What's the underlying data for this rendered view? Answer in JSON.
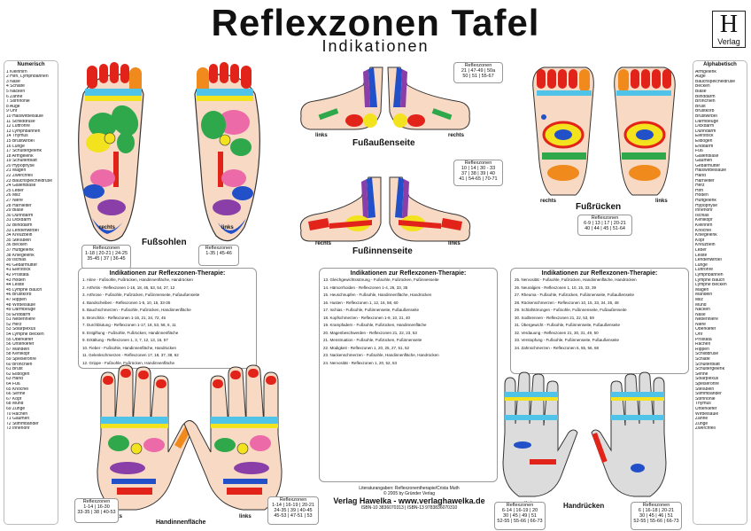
{
  "header": {
    "title": "Reflexzonen Tafel",
    "subtitle": "Indikationen",
    "logo_letter": "H",
    "logo_text": "Verlag"
  },
  "left_index": {
    "heading": "Numerisch",
    "items": [
      "1 Kleinhirn",
      "2 Hirn, Lymphbahnen",
      "3 Nase",
      "4 Schläfe",
      "5 Nacken",
      "6 Zähne",
      "7 Stirnhöhle",
      "8 Auge",
      "9 Ohr",
      "10 Halswirbelsäule",
      "11 Schilddrüse",
      "12 Luftröhre",
      "13 Lymphbahnen",
      "14 Thymus",
      "15 Brustwirbel",
      "16 Lunge",
      "17 Schultergelenk",
      "18 Armgelenk",
      "19 Schulterblatt",
      "20 Hypophyse",
      "21 Magen",
      "22 Zwerchfell",
      "23 Bauchspeicheldrüse",
      "24 Gallenblase",
      "25 Leber",
      "26 Milz",
      "27 Niere",
      "28 Harnleiter",
      "29 Blase",
      "30 Dünndarm",
      "31 Dickdarm",
      "32 Blinddarm",
      "33 Lendenwirbel",
      "34 Kreuzbein",
      "35 Steißbein",
      "36 Becken",
      "37 Hüftgelenk",
      "38 Kniegelenk",
      "39 Ischias",
      "40 Gebärmutter",
      "41 Eierstock",
      "42 Prostata",
      "43 Hoden",
      "44 Leiste",
      "45 Lymphe Bauch",
      "46 Brustkorb",
      "47 Rippen",
      "48 Wirbelsäule",
      "49 Darmbeuge",
      "50 Enddarm",
      "51 Nebenniere",
      "52 Herz",
      "53 Solarplexus",
      "54 Lymphe Becken",
      "55 Oberkiefer",
      "56 Unterkiefer",
      "57 Mandeln",
      "58 Kehlkopf",
      "59 Speiseröhre",
      "60 Bronchien",
      "61 Brust",
      "62 Ellbogen",
      "63 Hand",
      "64 Fuß",
      "65 Knöchel",
      "66 Sehne",
      "67 Kopf",
      "68 Mund",
      "69 Zunge",
      "70 Rachen",
      "71 Gaumen",
      "72 Stimmbänder",
      "73 Innenohr"
    ]
  },
  "right_index": {
    "heading": "Alphabetisch",
    "items": [
      "Armgelenk",
      "Auge",
      "Bauchspeicheldrüse",
      "Becken",
      "Blase",
      "Blinddarm",
      "Bronchien",
      "Brust",
      "Brustkorb",
      "Brustwirbel",
      "Darmbeuge",
      "Dickdarm",
      "Dünndarm",
      "Eierstock",
      "Ellbogen",
      "Enddarm",
      "Fuß",
      "Gallenblase",
      "Gaumen",
      "Gebärmutter",
      "Halswirbelsäule",
      "Hand",
      "Harnleiter",
      "Herz",
      "Hirn",
      "Hoden",
      "Hüftgelenk",
      "Hypophyse",
      "Innenohr",
      "Ischias",
      "Kehlkopf",
      "Kleinhirn",
      "Knöchel",
      "Kniegelenk",
      "Kopf",
      "Kreuzbein",
      "Leber",
      "Leiste",
      "Lendenwirbel",
      "Lunge",
      "Luftröhre",
      "Lymphbahnen",
      "Lymphe Bauch",
      "Lymphe Becken",
      "Magen",
      "Mandeln",
      "Milz",
      "Mund",
      "Nacken",
      "Nase",
      "Nebenniere",
      "Niere",
      "Oberkiefer",
      "Ohr",
      "Prostata",
      "Rachen",
      "Rippen",
      "Schilddrüse",
      "Schläfe",
      "Schulterblatt",
      "Schultergelenk",
      "Sehne",
      "Solarplexus",
      "Speiseröhre",
      "Steißbein",
      "Stimmbänder",
      "Stirnhöhle",
      "Thymus",
      "Unterkiefer",
      "Wirbelsäule",
      "Zähne",
      "Zunge",
      "Zwerchfell"
    ]
  },
  "feet": {
    "label": "Fußsohlen",
    "right_label": "rechts",
    "left_label": "links",
    "box_right": "Reflexzonen\n1-18 | 20-21 | 24-25\n35-45 | 37 | 36-45",
    "box_left": "Reflexzonen\n1-35 | 45-46"
  },
  "outer_side": {
    "label": "Fußaußenseite",
    "box": "Reflexzonen\n21 | 47-49 | 50a\n50 | 51 | 55-67",
    "left_label": "links",
    "right_label": "rechts"
  },
  "inner_side": {
    "label": "Fußinnenseite",
    "box": "Reflexzonen\n10 | 14 | 30 - 33\n37 | 38 | 39 | 40\n41 | 54-65 | 70-71",
    "left_label": "rechts",
    "right_label": "links"
  },
  "foot_back": {
    "label": "Fußrücken",
    "box": "Reflexzonen\n6-9 | 13 | 17 | 20-21\n40 | 44 | 45 | 51-64",
    "left_label": "rechts",
    "right_label": "links"
  },
  "panels": [
    {
      "title": "Indikationen zur Reflexzonen-Therapie:",
      "lines": [
        "1. Akne - Fußsohle, Fußrücken, Handinnenfläche, Handrücken",
        "2. Arthritis - Reflexzonen 1-16, 18, 45, 53, 54, 27, 12",
        "3. Arthrose - Fußsohle, Fußrücken, Fußinnenseite, Fußaußenseite",
        "4. Bandscheiben - Reflexzonen 1-5, 10, 15, 33-35",
        "5. Bauchschmerzen - Fußsohle, Fußrücken, Handinnenfläche",
        "6. Bronchitis - Reflexzonen 1-16, 21, 34, 72, 45",
        "7. Durchblutung - Reflexzonen 1-17, 18, 53, 58, 6, 11",
        "8. Entgiftung - Fußsohle, Fußrücken, Handinnenfläche",
        "9. Erkältung - Reflexzonen 1, 3, 7, 12, 13, 16, 57",
        "10. Fieber - Fußsohle, Handinnenfläche, Handrücken",
        "11. Gelenkschmerzen - Reflexzonen 17, 18, 37, 38, 62",
        "12. Grippe - Fußsohle, Fußrücken, Handinnenfläche"
      ]
    },
    {
      "title": "Indikationen zur Reflexzonen-Therapie:",
      "lines": [
        "13. Gleichgewichtsstörung - Fußsohle, Fußrücken, Fußinnenseite",
        "14. Hämorrhoiden - Reflexzonen 1-4, 26, 33, 35",
        "15. Heuschnupfen - Fußsohle, Handinnenfläche, Handrücken",
        "16. Husten - Reflexzonen 1, 12, 16, 58, 60",
        "17. Ischias - Fußsohle, Fußinnenseite, Fußaußenseite",
        "18. Kopfschmerzen - Reflexzonen 1-9, 10, 21, 40",
        "19. Krampfadern - Fußsohle, Fußrücken, Handinnenfläche",
        "20. Magenbeschwerden - Reflexzonen 21, 22, 23, 53",
        "21. Menstruation - Fußsohle, Fußrücken, Fußinnenseite",
        "22. Müdigkeit - Reflexzonen 1, 20, 25, 27, 51, 52",
        "23. Nackenschmerzen - Fußsohle, Handinnenfläche, Handrücken",
        "24. Nervosität - Reflexzonen 1, 20, 52, 53"
      ]
    },
    {
      "title": "Indikationen zur Reflexzonen-Therapie:",
      "lines": [
        "25. Nervosität - Fußsohle, Fußrücken, Handinnenfläche, Handrücken",
        "26. Neuralgien - Reflexzonen 1, 10, 15, 33, 39",
        "27. Rheuma - Fußsohle, Fußrücken, Fußinnenseite, Fußaußenseite",
        "28. Rückenschmerzen - Reflexzonen 10, 15, 33, 34, 35, 48",
        "29. Schlafstörungen - Fußsohle, Fußinnenseite, Fußaußenseite",
        "30. Sodbrennen - Reflexzonen 21, 22, 53, 59",
        "31. Übergewicht - Fußsohle, Fußinnenseite, Fußaußenseite",
        "32. Verdauung - Reflexzonen 21, 30, 31, 49, 50",
        "33. Verstopfung - Fußsohle, Fußinnenseite, Fußaußenseite",
        "34. Zahnschmerzen - Reflexzonen 6, 55, 56, 68"
      ]
    }
  ],
  "hands": {
    "label": "Handinnenfläche",
    "left_label": "rechts",
    "right_label": "links",
    "box": "Reflexzonen\n1-14 | 16-30\n33-35 | 38 | 40-53",
    "box2": "Reflexzonen\n1-14 | 16-19 | 20-21\n24-35 | 39 | 40-45\n45-53 | 47-51 | 53"
  },
  "hand_back": {
    "label": "Handrücken",
    "left_label": "links",
    "right_label": "rechts",
    "box_left": "Reflexzonen\n6-14 | 16-19 | 20\n30 | 45 | 49 | 51\n52-55 | 55-66 | 66-73",
    "box_right": "Reflexzonen\n6 | 16-18 | 20-21\n30 | 45 | 46 | 51\n52-55 | 55-66 | 66-73"
  },
  "footer": {
    "lit": "Literaturangaben: Reflexzonentherapie/Crista Muth",
    "copy": "© 2005 by Gründer Verlag",
    "publisher": "Verlag Hawelka - www.verlaghawelka.de",
    "isbn1": "ISBN-10 3836070313 | ISBN-13 9783836070310"
  },
  "colors": {
    "red": "#e2231a",
    "orange": "#f08a1c",
    "yellow": "#f3e21e",
    "green": "#2ea84a",
    "blue": "#2250c8",
    "purple": "#8a3ea8",
    "pink": "#ec6aa8",
    "cyan": "#4fc3e8",
    "skin": "#f7d9c4"
  }
}
